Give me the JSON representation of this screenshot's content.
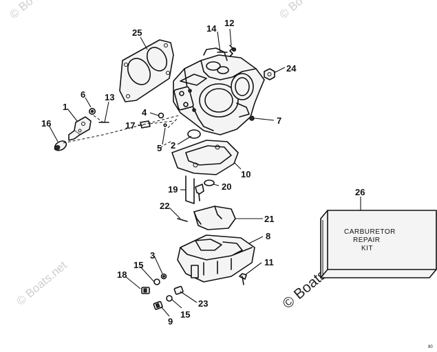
{
  "callouts": {
    "c1": "1",
    "c2": "2",
    "c3": "3",
    "c4": "4",
    "c5": "5",
    "c6": "6",
    "c7": "7",
    "c8": "8",
    "c9": "9",
    "c10": "10",
    "c11": "11",
    "c12": "12",
    "c13": "13",
    "c14": "14",
    "c15a": "15",
    "c15b": "15",
    "c16": "16",
    "c17": "17",
    "c18": "18",
    "c19": "19",
    "c20": "20",
    "c21": "21",
    "c22": "22",
    "c23": "23",
    "c24": "24",
    "c25": "25",
    "c26": "26"
  },
  "kit": {
    "line1": "CARBURETOR",
    "line2": "REPAIR",
    "line3": "KIT"
  },
  "watermark": {
    "text": "© Boats.net",
    "text_large": "© Boats.net",
    "partial": "© Bo"
  },
  "corner_code": "80"
}
